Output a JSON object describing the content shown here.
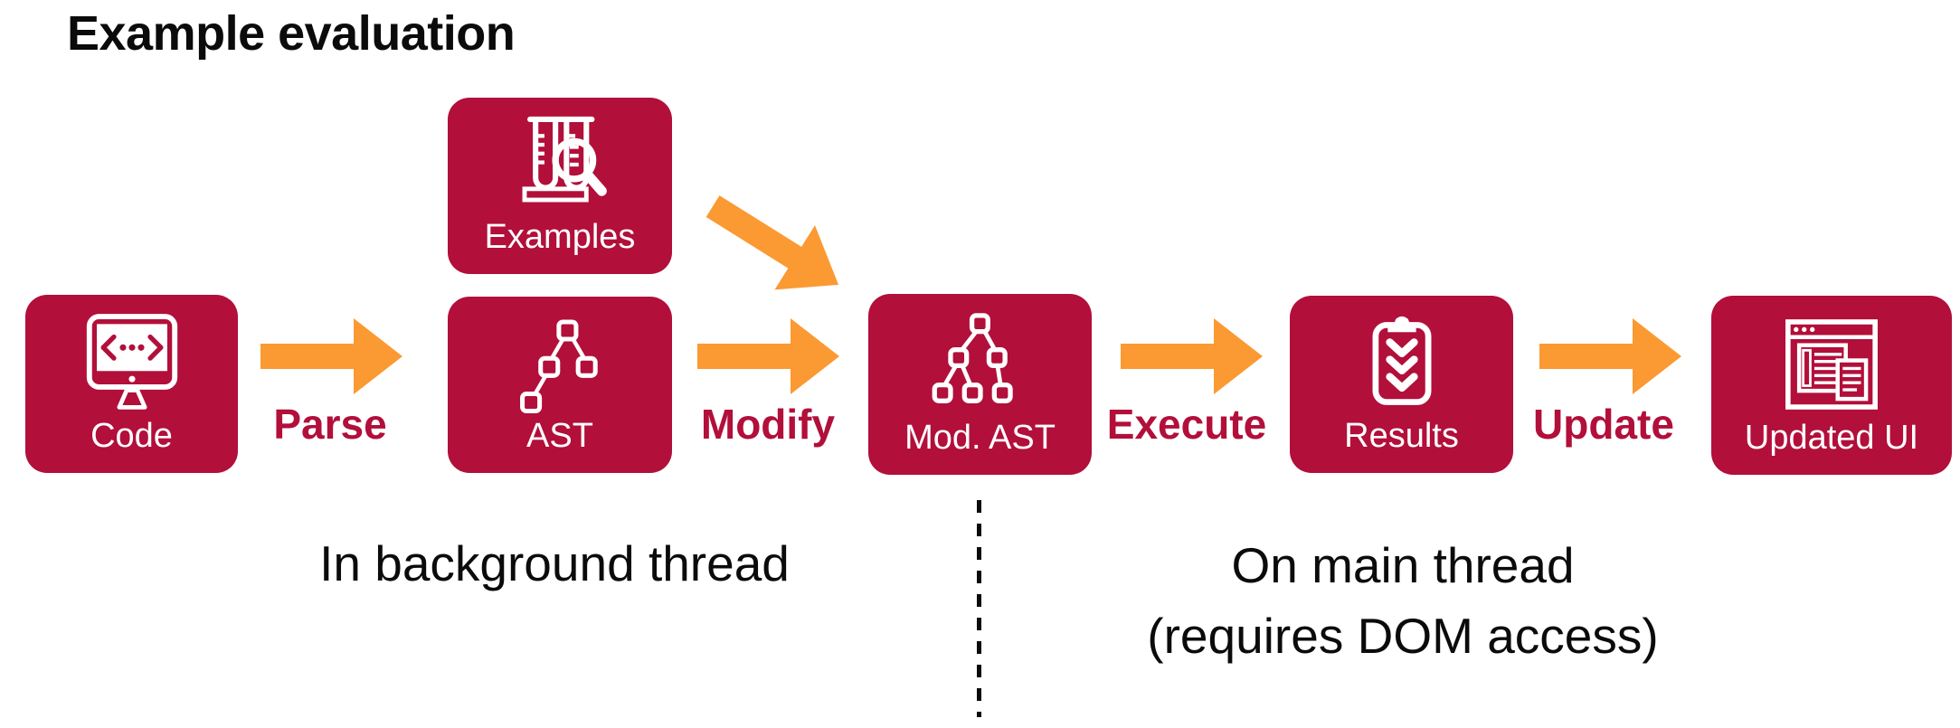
{
  "title": "Example evaluation",
  "colors": {
    "box": "#B20F3A",
    "arrow": "#FB9A32",
    "arrow_label": "#B20F3A",
    "text": "#0b0b0b"
  },
  "nodes": [
    {
      "label": "Code",
      "icon": "code-monitor-icon"
    },
    {
      "label": "Examples",
      "icon": "test-tubes-magnifier-icon"
    },
    {
      "label": "AST",
      "icon": "ast-tree-icon"
    },
    {
      "label": "Mod. AST",
      "icon": "modified-ast-tree-icon"
    },
    {
      "label": "Results",
      "icon": "clipboard-checklist-icon"
    },
    {
      "label": "Updated UI",
      "icon": "browser-window-icon"
    }
  ],
  "arrows": [
    {
      "label": "Parse"
    },
    {
      "label": "Modify"
    },
    {
      "label": "Execute"
    },
    {
      "label": "Update"
    },
    {
      "label": ""
    }
  ],
  "sections": {
    "background_thread": "In background thread",
    "main_thread_line1": "On main thread",
    "main_thread_line2": "(requires DOM access)"
  }
}
